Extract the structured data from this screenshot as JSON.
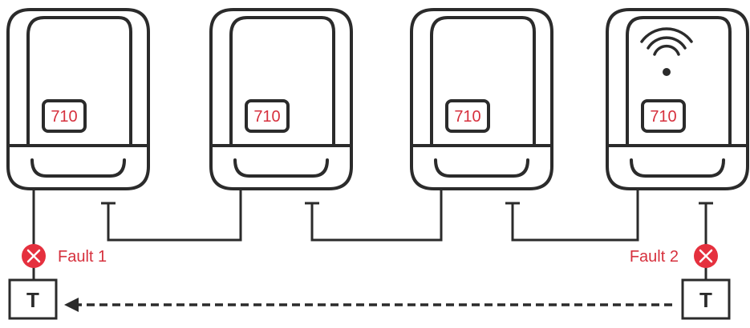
{
  "devices": [
    {
      "display": "710",
      "icon": null
    },
    {
      "display": "710",
      "icon": null
    },
    {
      "display": "710",
      "icon": null
    },
    {
      "display": "710",
      "icon": "wifi-icon"
    }
  ],
  "faults": {
    "left": {
      "label": "Fault 1",
      "icon": "close-circle-icon"
    },
    "right": {
      "label": "Fault 2",
      "icon": "close-circle-icon"
    }
  },
  "terminations": {
    "left": {
      "label": "T"
    },
    "right": {
      "label": "T"
    }
  },
  "colors": {
    "outline": "#2b2b2b",
    "accent": "#d6303d",
    "fault_fill": "#e5303e"
  }
}
